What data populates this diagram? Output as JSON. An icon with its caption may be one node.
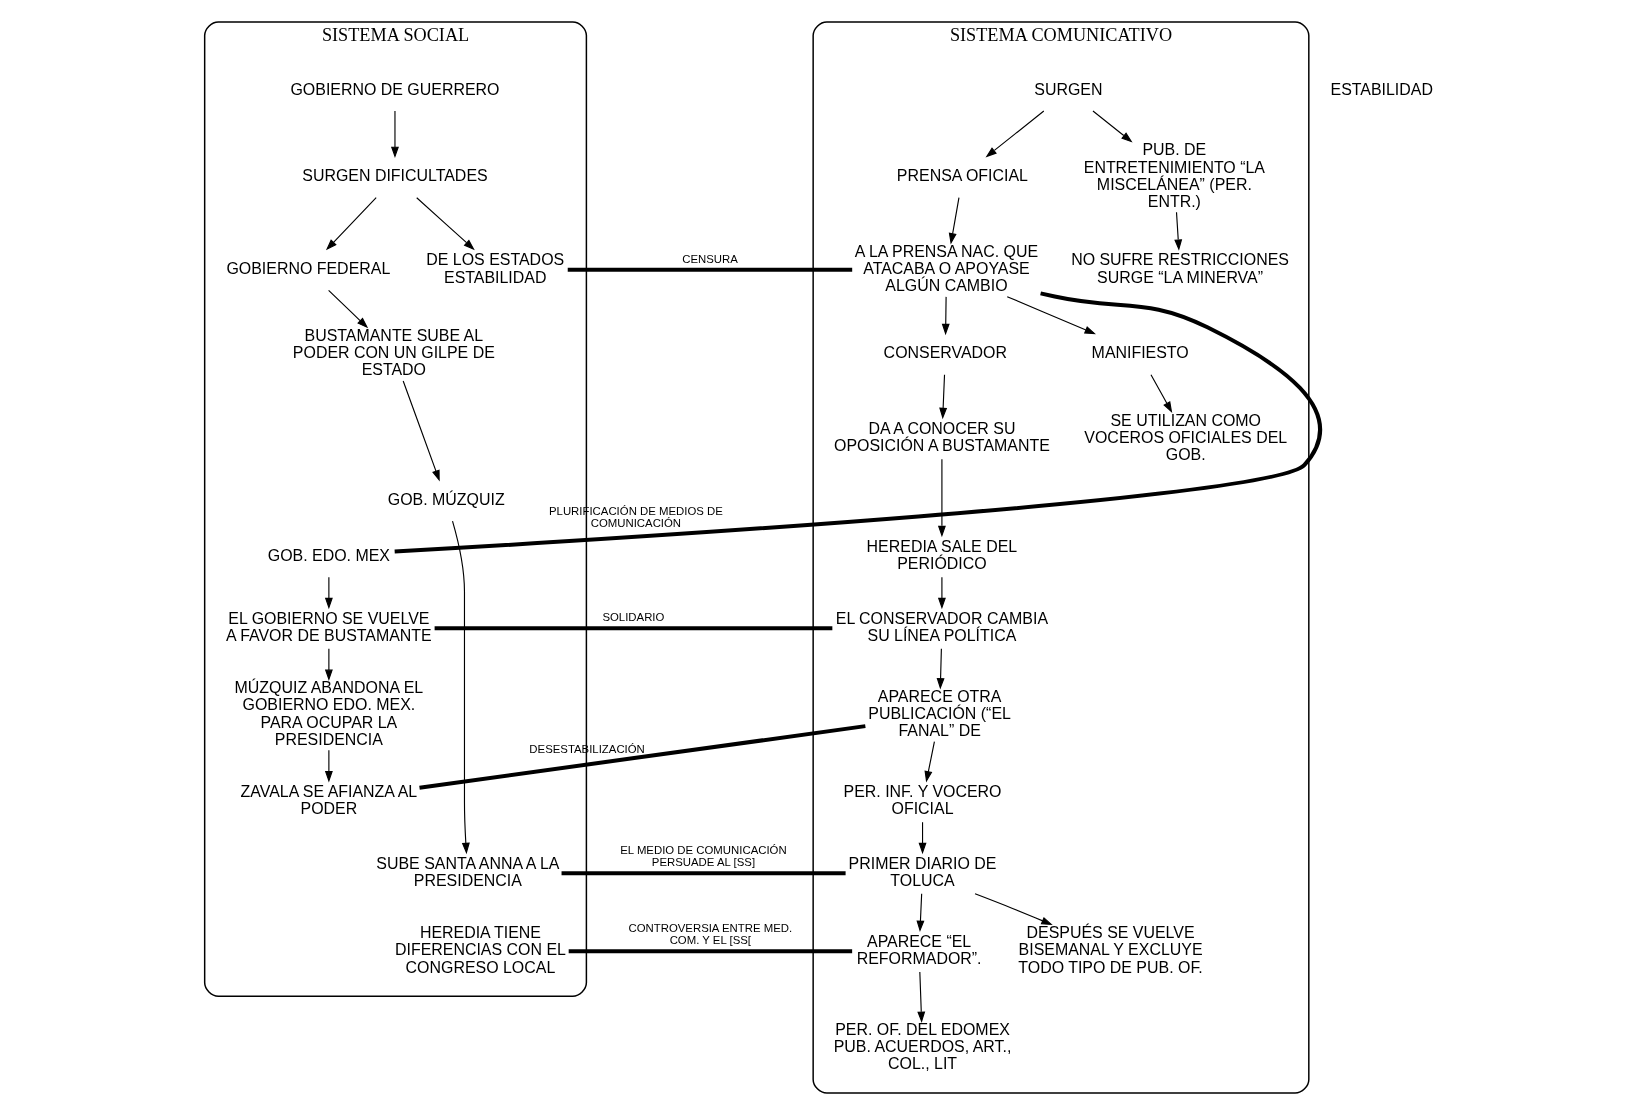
{
  "diagram": {
    "nodes": [
      {
        "text": [
          "SISTEMA SOCIAL"
        ]
      },
      {
        "text": [
          "GOBIERNO DE GUERRERO"
        ],
        "in": 0
      },
      {
        "text": [
          "SURGEN DIFICULTADES"
        ],
        "in": 0
      },
      {
        "text": [
          "GOBIERNO FEDERAL"
        ],
        "in": 0
      },
      {
        "text": [
          "DE LOS ESTADOS ESTABILIDAD"
        ],
        "in": 0
      },
      {
        "text": [
          "BUSTAMANTE SUBE AL PODER CON UN GILPE DE ESTADO"
        ],
        "in": 0
      },
      {
        "text": [
          "GOB. EDO. MEX"
        ],
        "in": 0
      },
      {
        "text": [
          "EL GOBIERNO SE VUELVE A FAVOR DE BUSTAMANTE"
        ],
        "in": 0
      },
      {
        "text": [
          "GOB. MÚZQUIZ"
        ],
        "in": 0
      },
      {
        "text": [
          "MÚZQUIZ ABANDONA EL GOBIERNO EDO. MEX. PARA OCUPAR LA PRESIDENCIA"
        ],
        "in": 0
      },
      {
        "text": [
          "ZAVALA SE AFIANZA AL PODER"
        ],
        "in": 0
      },
      {
        "text": [
          "SUBE SANTA ANNA A LA PRESIDENCIA"
        ],
        "in": 0
      },
      {
        "text": [
          "HEREDIA TIENE DIFERENCIAS CON EL CONGRESO LOCAL"
        ],
        "in": 0
      },
      {
        "text": [
          "SISTEMA COMUNICATIVO"
        ]
      },
      {
        "text": [
          "SURGEN"
        ],
        "in": 13
      },
      {
        "text": [
          "PRENSA OFICIAL"
        ],
        "in": 13
      },
      {
        "text": [
          "PUB. DE ENTRETENIMIENTO “LA MISCELÁNEA” (PER. ENTR.)"
        ],
        "in": 13
      },
      {
        "text": [
          "A LA PRENSA NAC. QUE ATACABA O APOYASE ALGÚN CAMBIO"
        ],
        "in": 13
      },
      {
        "text": [
          "NO SUFRE RESTRICCIONES SURGE “LA MINERVA”"
        ],
        "in": 13
      },
      {
        "text": [
          "CONSERVADOR"
        ],
        "in": 13
      },
      {
        "text": [
          "MANIFIESTO"
        ],
        "in": 13
      },
      {
        "text": [
          "DA A CONOCER SU OPOSICIÓN A BUSTAMANTE"
        ],
        "in": 13
      },
      {
        "text": [
          "SE UTILIZAN COMO VOCEROS OFICIALES DEL GOB."
        ],
        "in": 13
      },
      {
        "text": [
          "HEREDIA SALE DEL PERIÓDICO"
        ],
        "in": 13
      },
      {
        "text": [
          "EL CONSERVADOR CAMBIA SU LÍNEA POLÍTICA"
        ],
        "in": 13
      },
      {
        "text": [
          "APARECE OTRA PUBLICACIÓN (“EL FANAL” DE"
        ],
        "in": 13
      },
      {
        "text": [
          "PER. INF. Y VOCERO OFICIAL"
        ],
        "in": 13
      },
      {
        "text": [
          "PRIMER DIARIO DE TOLUCA"
        ],
        "in": 13
      },
      {
        "text": [
          "APARECE “EL REFORMADOR”."
        ],
        "in": 13
      },
      {
        "text": [
          "DESPUÉS SE VUELVE BISEMANAL Y EXCLUYE TODO TIPO DE PUB. OF."
        ],
        "in": 13
      },
      {
        "text": [
          "PER. OF. DEL EDOMEX PUB. ACUERDOS, ART., COL., LIT"
        ],
        "in": 13
      }
    ],
    "edges": [
      {
        "from": 1,
        "to": 2,
        "arrow": "to"
      },
      {
        "from": 2,
        "to": 3,
        "arrow": "to"
      },
      {
        "from": 2,
        "to": 4,
        "arrow": "to"
      },
      {
        "from": 3,
        "to": 5,
        "arrow": "to"
      },
      {
        "from": 6,
        "to": 7,
        "arrow": "to"
      },
      {
        "from": 5,
        "to": 8,
        "arrow": "to"
      },
      {
        "from": 7,
        "to": 9,
        "arrow": "to"
      },
      {
        "from": 9,
        "to": 10,
        "arrow": "to"
      },
      {
        "from": 8,
        "to": 11,
        "arrow": "to"
      },
      {
        "from": 14,
        "to": 15,
        "arrow": "to"
      },
      {
        "from": 14,
        "to": 16,
        "arrow": "to"
      },
      {
        "from": 15,
        "to": 17,
        "arrow": "to"
      },
      {
        "from": 16,
        "to": 18,
        "arrow": "to"
      },
      {
        "from": 17,
        "to": 19,
        "arrow": "to"
      },
      {
        "from": 17,
        "to": 20,
        "arrow": "to"
      },
      {
        "from": 19,
        "to": 21,
        "arrow": "to"
      },
      {
        "from": 20,
        "to": 22,
        "arrow": "to"
      },
      {
        "from": 21,
        "to": 23,
        "arrow": "to"
      },
      {
        "from": 23,
        "to": 24,
        "arrow": "to"
      },
      {
        "from": 24,
        "to": 25,
        "arrow": "to"
      },
      {
        "from": 25,
        "to": 26,
        "arrow": "to"
      },
      {
        "from": 26,
        "to": 27,
        "arrow": "to"
      },
      {
        "from": 27,
        "to": 28,
        "arrow": "to"
      },
      {
        "from": 27,
        "to": 29,
        "arrow": "to"
      },
      {
        "from": 28,
        "to": 30,
        "arrow": "to"
      },
      {
        "from": 4,
        "to": 17,
        "arrow": "none",
        "label": "CENSURA",
        "style": "thick"
      },
      {
        "from": 6,
        "to": 17,
        "arrow": "none",
        "label": "PLURIFICACIÓN DE MEDIOS DE COMUNICACIÓN",
        "style": "thick"
      },
      {
        "from": 7,
        "to": 24,
        "arrow": "none",
        "label": "SOLIDARIO",
        "style": "thick"
      },
      {
        "from": 10,
        "to": 25,
        "arrow": "none",
        "label": "DESESTABILIZACIÓN",
        "style": "thick"
      },
      {
        "from": 11,
        "to": 27,
        "arrow": "none",
        "label": "EL MEDIO DE COMUNICACIÓN PERSUADE AL [SS]",
        "style": "thick"
      },
      {
        "from": 12,
        "to": 28,
        "arrow": "none",
        "label": "CONTROVERSIA ENTRE MED. COM. Y EL [SS[",
        "style": "thick"
      }
    ],
    "labels": [
      "ESTABILIDAD"
    ]
  }
}
